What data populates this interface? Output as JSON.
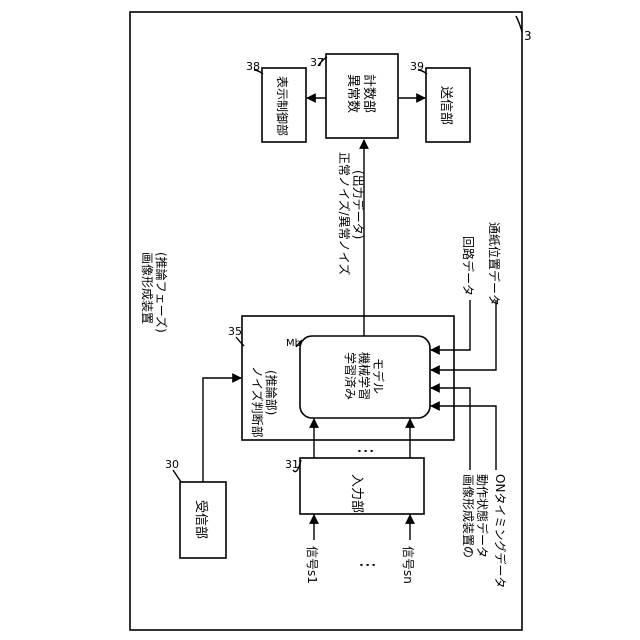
{
  "refs": {
    "device": "3",
    "receiver": "30",
    "input": "31",
    "judge": "35",
    "counter": "37",
    "display": "38",
    "sender": "39",
    "model": "Mb"
  },
  "device": {
    "title_line1": "画像形成装置",
    "title_line2": "(推論フェーズ)"
  },
  "receiver": {
    "label": "受信部"
  },
  "input": {
    "label": "入力部"
  },
  "judge": {
    "line1": "ノイズ判断部",
    "line2": "(推論部)"
  },
  "model": {
    "line1": "学習済み",
    "line2": "機械学習",
    "line3": "モデル"
  },
  "counter": {
    "line1": "異常数",
    "line2": "計数部"
  },
  "display": {
    "label": "表示制御部"
  },
  "sender": {
    "label": "送信部"
  },
  "signals": {
    "s1": "信号s1",
    "sn": "信号sn",
    "dots": "⋮",
    "inner_dots": "⋮"
  },
  "output": {
    "line1": "正常ノイズ/異常ノイズ",
    "line2": "(出力データ)"
  },
  "inputs_right": {
    "circuit": "回路データ",
    "paper": "通紙位置データ",
    "state_line1": "画像形成装置の",
    "state_line2": "動作状態データ",
    "on_timing": "ONタイミングデータ"
  }
}
